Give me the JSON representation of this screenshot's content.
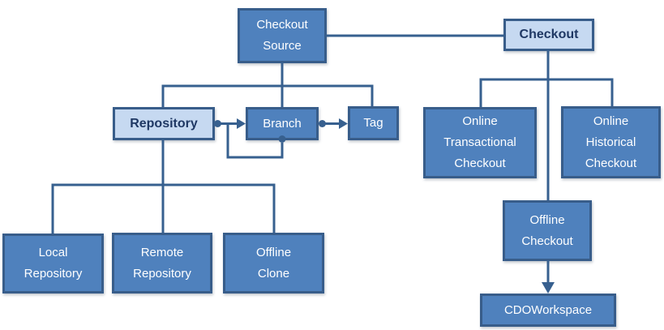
{
  "colors": {
    "node_fill_dark": "#4f81bd",
    "node_fill_light": "#c6d9f1",
    "node_border": "#385d8a",
    "connector": "#37608f",
    "text_dark": "#1f3864",
    "text_light": "#ffffff",
    "background": "#ffffff"
  },
  "nodes": {
    "checkout_source": {
      "label": "Checkout\nSource",
      "style": "dark"
    },
    "checkout": {
      "label": "Checkout",
      "style": "light"
    },
    "repository": {
      "label": "Repository",
      "style": "light"
    },
    "branch": {
      "label": "Branch",
      "style": "dark"
    },
    "tag": {
      "label": "Tag",
      "style": "dark"
    },
    "online_transactional_checkout": {
      "label": "Online\nTransactional\nCheckout",
      "style": "dark"
    },
    "online_historical_checkout": {
      "label": "Online\nHistorical\nCheckout",
      "style": "dark"
    },
    "offline_checkout": {
      "label": "Offline\nCheckout",
      "style": "dark"
    },
    "cdo_workspace": {
      "label": "CDOWorkspace",
      "style": "dark"
    },
    "local_repository": {
      "label": "Local\nRepository",
      "style": "dark"
    },
    "remote_repository": {
      "label": "Remote\nRepository",
      "style": "dark"
    },
    "offline_clone": {
      "label": "Offline\nClone",
      "style": "dark"
    }
  },
  "edges": [
    {
      "from": "checkout_source",
      "to": "repository",
      "type": "tree-line"
    },
    {
      "from": "checkout_source",
      "to": "branch",
      "type": "tree-line"
    },
    {
      "from": "checkout_source",
      "to": "tag",
      "type": "tree-line"
    },
    {
      "from": "checkout_source",
      "to": "checkout",
      "type": "line"
    },
    {
      "from": "checkout",
      "to": "online_transactional_checkout",
      "type": "tree-line"
    },
    {
      "from": "checkout",
      "to": "online_historical_checkout",
      "type": "tree-line"
    },
    {
      "from": "checkout",
      "to": "offline_checkout",
      "type": "tree-line"
    },
    {
      "from": "repository",
      "to": "branch",
      "type": "dot-arrow"
    },
    {
      "from": "branch",
      "to": "branch",
      "type": "dot-arrow-self-loop"
    },
    {
      "from": "branch",
      "to": "tag",
      "type": "dot-arrow"
    },
    {
      "from": "repository",
      "to": "local_repository",
      "type": "tree-line"
    },
    {
      "from": "repository",
      "to": "remote_repository",
      "type": "tree-line"
    },
    {
      "from": "repository",
      "to": "offline_clone",
      "type": "tree-line"
    },
    {
      "from": "offline_checkout",
      "to": "cdo_workspace",
      "type": "arrow"
    }
  ]
}
